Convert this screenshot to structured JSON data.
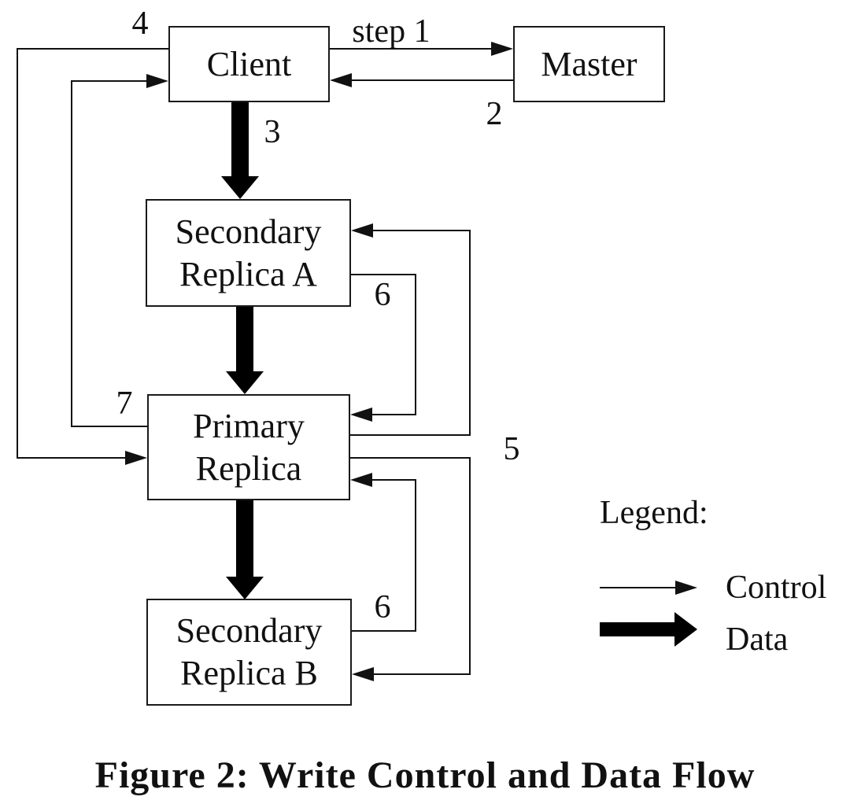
{
  "diagram": {
    "nodes": {
      "client": {
        "label": "Client"
      },
      "master": {
        "label": "Master"
      },
      "secondary_a": {
        "line1": "Secondary",
        "line2": "Replica A"
      },
      "primary": {
        "line1": "Primary",
        "line2": "Replica"
      },
      "secondary_b": {
        "line1": "Secondary",
        "line2": "Replica B"
      }
    },
    "step_labels": {
      "step1": "step 1",
      "step2": "2",
      "step3": "3",
      "step4": "4",
      "step5": "5",
      "step6_upper": "6",
      "step6_lower": "6",
      "step7": "7"
    },
    "legend": {
      "title": "Legend:",
      "control_label": "Control",
      "data_label": "Data"
    },
    "caption": "Figure 2: Write Control and Data Flow",
    "colors": {
      "line": "#111111",
      "fill": "#000000",
      "background": "#ffffff",
      "text": "#111111"
    }
  }
}
